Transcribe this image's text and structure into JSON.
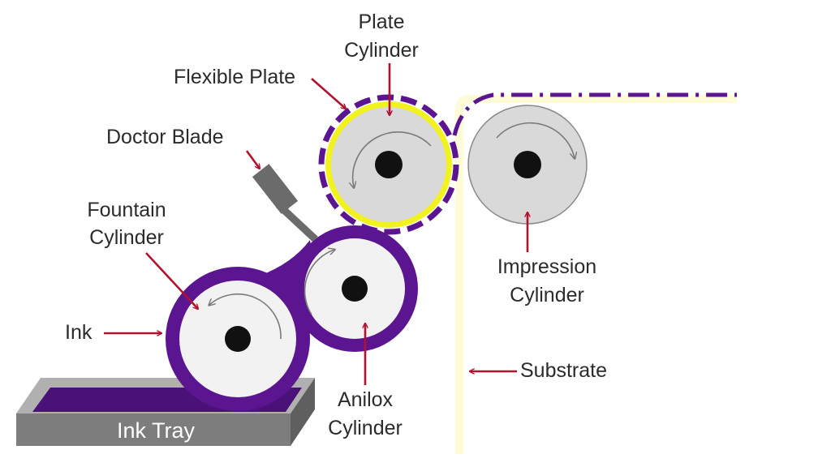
{
  "labels": {
    "plate_cylinder": [
      "Plate",
      "Cylinder"
    ],
    "flexible_plate": "Flexible Plate",
    "doctor_blade": "Doctor Blade",
    "fountain_cylinder": [
      "Fountain",
      "Cylinder"
    ],
    "ink": "Ink",
    "ink_tray": "Ink Tray",
    "anilox_cylinder": [
      "Anilox",
      "Cylinder"
    ],
    "impression_cylinder": [
      "Impression",
      "Cylinder"
    ],
    "substrate": "Substrate"
  },
  "colors": {
    "ink": "#5b1590",
    "ink_tray_ink": "#4a1278",
    "cylinder_fill": "#d9d9d9",
    "roller_fill": "#f2f2f2",
    "hub": "#111111",
    "plate_highlight": "#f2f21f",
    "substrate": "#fffbd6",
    "tray": "#7d7d7d",
    "doctor_blade": "#6b6b6b",
    "arrow": "#b3122e"
  }
}
